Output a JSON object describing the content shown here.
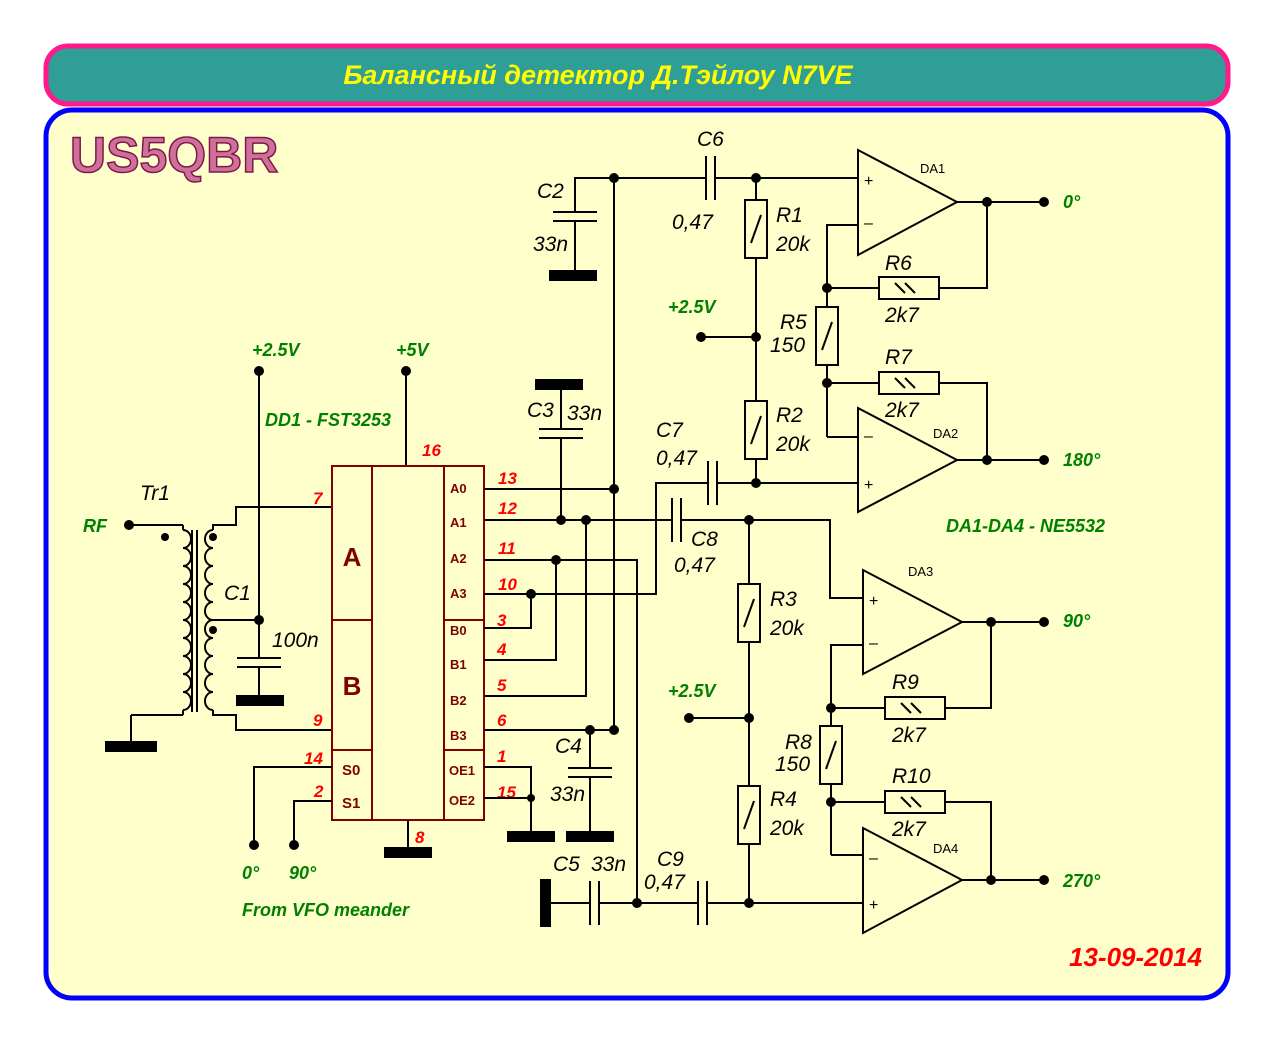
{
  "title": "Балансный детектор Д.Тэйлоу N7VE",
  "logo": "US5QBR",
  "date": "13-09-2014",
  "colors": {
    "title_bar": "#2f9e96",
    "title_border": "#ff1a8c",
    "panel_bg": "#ffffcc",
    "panel_border": "#0000ff"
  },
  "chip": {
    "name": "DD1 - FST3253",
    "sections": [
      "A",
      "B"
    ],
    "left_pins": [
      {
        "name": "S0",
        "num": "14"
      },
      {
        "name": "S1",
        "num": "2"
      }
    ],
    "side_pins": {
      "a": "7",
      "b": "9",
      "vcc": "16",
      "gnd": "8"
    },
    "right_pins": [
      {
        "name": "A0",
        "num": "13"
      },
      {
        "name": "A1",
        "num": "12"
      },
      {
        "name": "A2",
        "num": "11"
      },
      {
        "name": "A3",
        "num": "10"
      },
      {
        "name": "B0",
        "num": "3"
      },
      {
        "name": "B1",
        "num": "4"
      },
      {
        "name": "B2",
        "num": "5"
      },
      {
        "name": "B3",
        "num": "6"
      },
      {
        "name": "OE1",
        "num": "1"
      },
      {
        "name": "OE2",
        "num": "15"
      }
    ]
  },
  "labels": {
    "rf": "RF",
    "tr1": "Tr1",
    "c1": "C1",
    "c1_val": "100n",
    "v25_left": "+2.5V",
    "v5": "+5V",
    "s0_in": "0°",
    "s1_in": "90°",
    "vfo": "From VFO meander",
    "c2": "C2",
    "c2_val": "33n",
    "c3": "C3",
    "c3_val": "33n",
    "c4": "C4",
    "c4_val": "33n",
    "c5": "C5",
    "c5_val": "33n",
    "c6": "C6",
    "c6_val": "0,47",
    "c7": "C7",
    "c7_val": "0,47",
    "c8": "C8",
    "c8_val": "0,47",
    "c9": "C9",
    "c9_val": "0,47",
    "r1": "R1",
    "r1_val": "20k",
    "r2": "R2",
    "r2_val": "20k",
    "r3": "R3",
    "r3_val": "20k",
    "r4": "R4",
    "r4_val": "20k",
    "r5": "R5",
    "r5_val": "150",
    "r8": "R8",
    "r8_val": "150",
    "r6": "R6",
    "r6_val": "2k7",
    "r7": "R7",
    "r7_val": "2k7",
    "r9": "R9",
    "r9_val": "2k7",
    "r10": "R10",
    "r10_val": "2k7",
    "v25_top": "+2.5V",
    "v25_bot": "+2.5V",
    "da1": "DA1",
    "da2": "DA2",
    "da3": "DA3",
    "da4": "DA4",
    "opamp_note": "DA1-DA4 - NE5532",
    "plus": "+",
    "minus": "–",
    "out0": "0°",
    "out180": "180°",
    "out90": "90°",
    "out270": "270°"
  }
}
